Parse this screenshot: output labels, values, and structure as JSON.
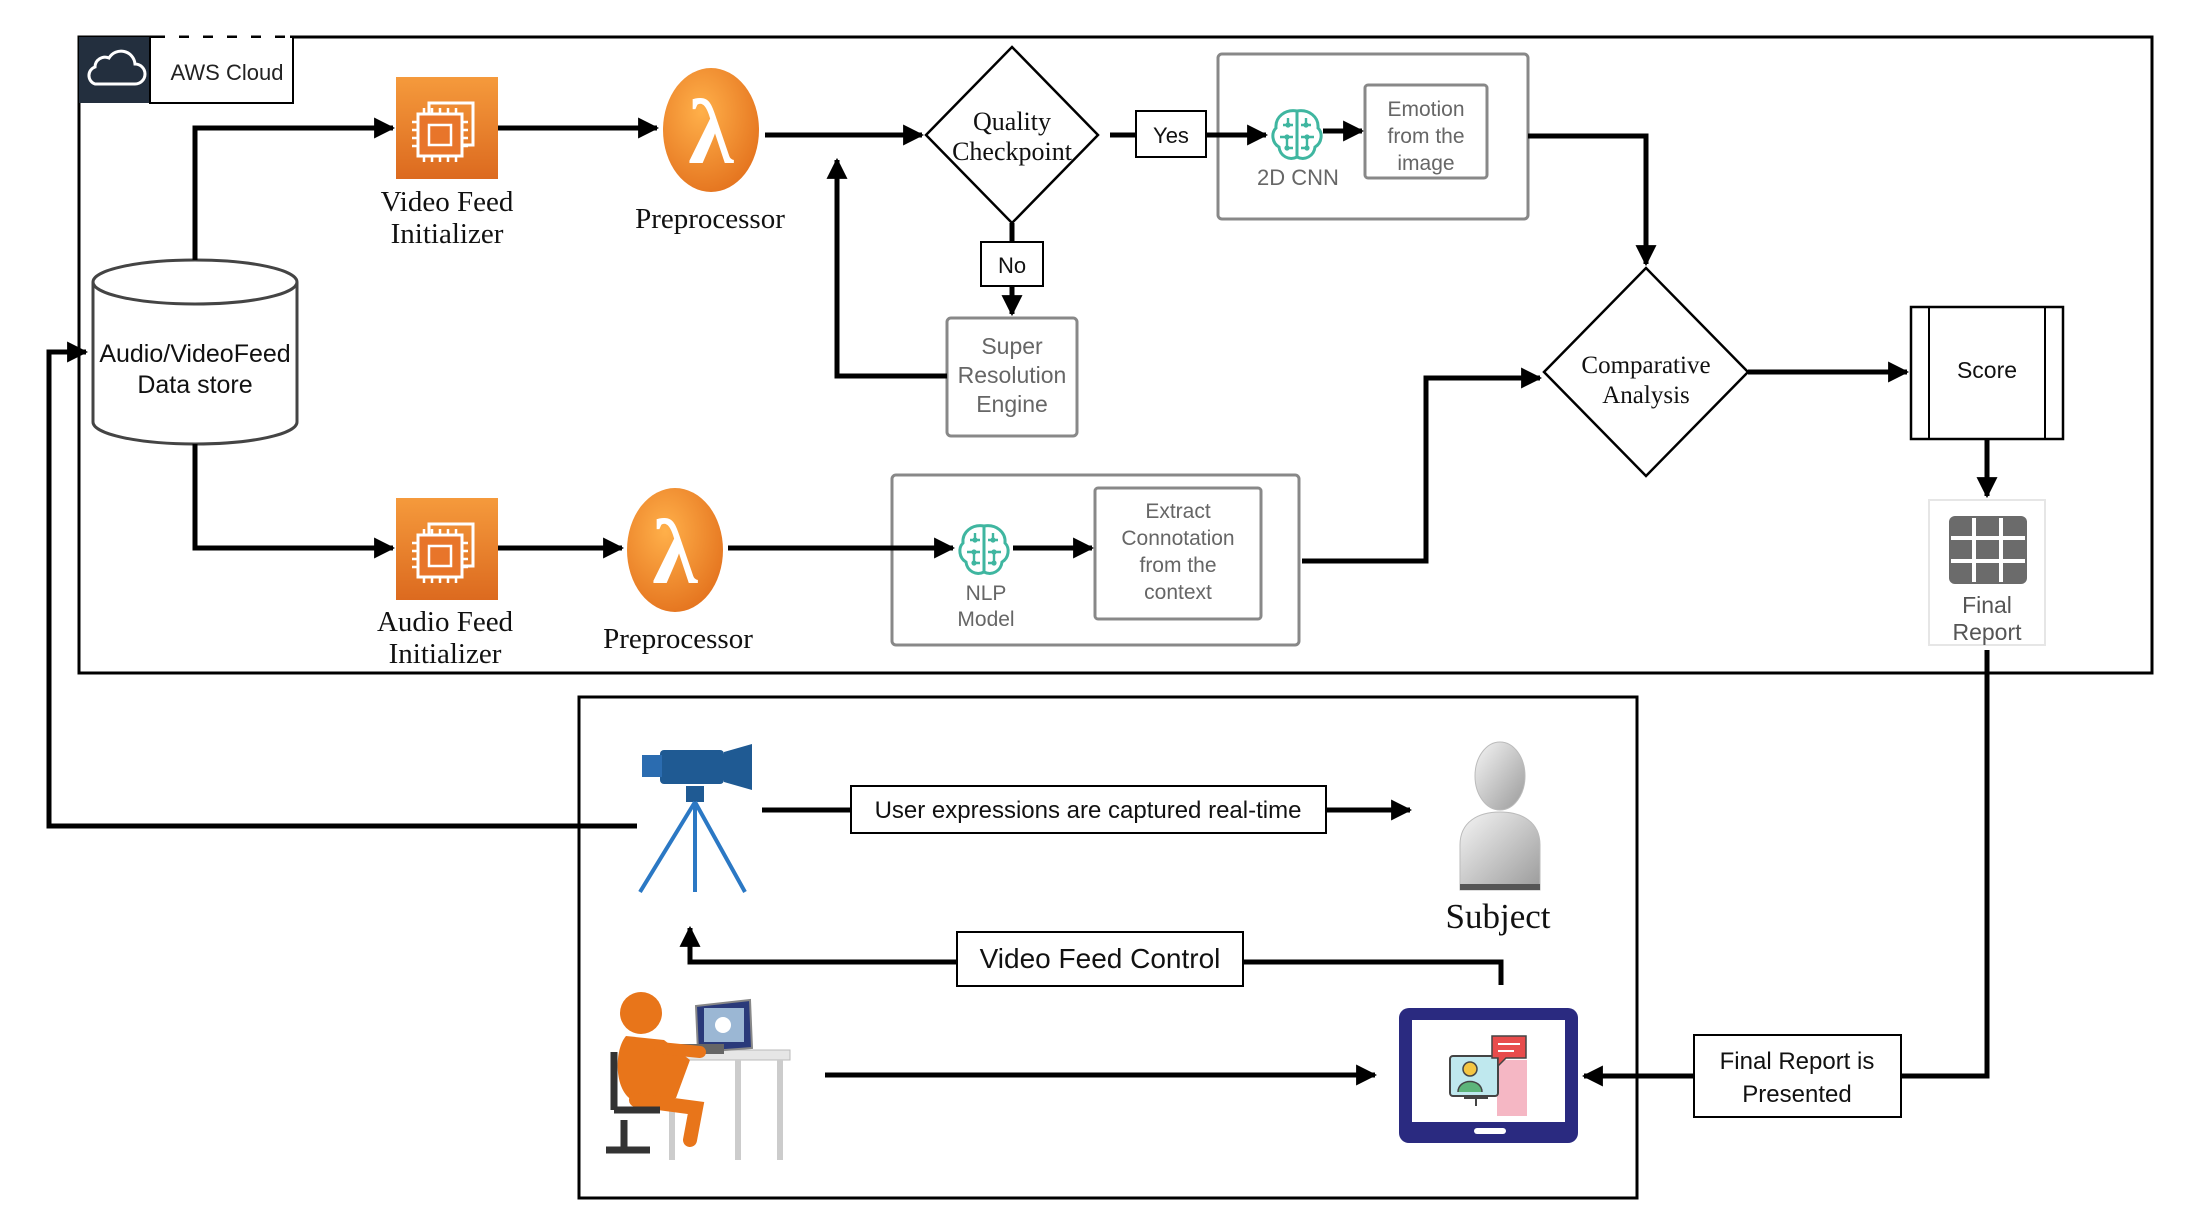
{
  "aws": {
    "label": "AWS Cloud",
    "icon": "cloud-icon"
  },
  "datastore": {
    "line1": "Audio/VideoFeed",
    "line2": "Data store"
  },
  "video_feed_initializer": {
    "line1": "Video Feed",
    "line2": "Initializer",
    "icon": "ec2-chip-icon"
  },
  "audio_feed_initializer": {
    "line1": "Audio Feed",
    "line2": "Initializer",
    "icon": "ec2-chip-icon"
  },
  "preprocessor_top": {
    "label": "Preprocessor",
    "symbol": "λ",
    "icon": "lambda-icon"
  },
  "preprocessor_bottom": {
    "label": "Preprocessor",
    "symbol": "λ",
    "icon": "lambda-icon"
  },
  "quality_checkpoint": {
    "line1": "Quality",
    "line2": "Checkpoint"
  },
  "yes_label": "Yes",
  "no_label": "No",
  "super_resolution": {
    "line1": "Super",
    "line2": "Resolution",
    "line3": "Engine"
  },
  "cnn": {
    "label": "2D CNN",
    "icon": "brain-icon"
  },
  "emotion": {
    "line1": "Emotion",
    "line2": "from the",
    "line3": "image"
  },
  "nlp": {
    "line1": "NLP",
    "line2": "Model",
    "icon": "brain-icon"
  },
  "extract": {
    "line1": "Extract",
    "line2": "Connotation",
    "line3": "from the",
    "line4": "context"
  },
  "comparative": {
    "line1": "Comparative",
    "line2": "Analysis"
  },
  "score": "Score",
  "final_report": {
    "line1": "Final",
    "line2": "Report",
    "icon": "grid-table-icon"
  },
  "capture_label": "User expressions are captured real-time",
  "subject_label": "Subject",
  "video_control_label": "Video Feed Control",
  "final_presented": {
    "line1": "Final Report is",
    "line2": "Presented"
  },
  "colors": {
    "aws_orange": "#E8752A",
    "brain_teal": "#3FB6A0",
    "monitor_navy": "#2A2A80",
    "camera_blue": "#1F5A93"
  }
}
